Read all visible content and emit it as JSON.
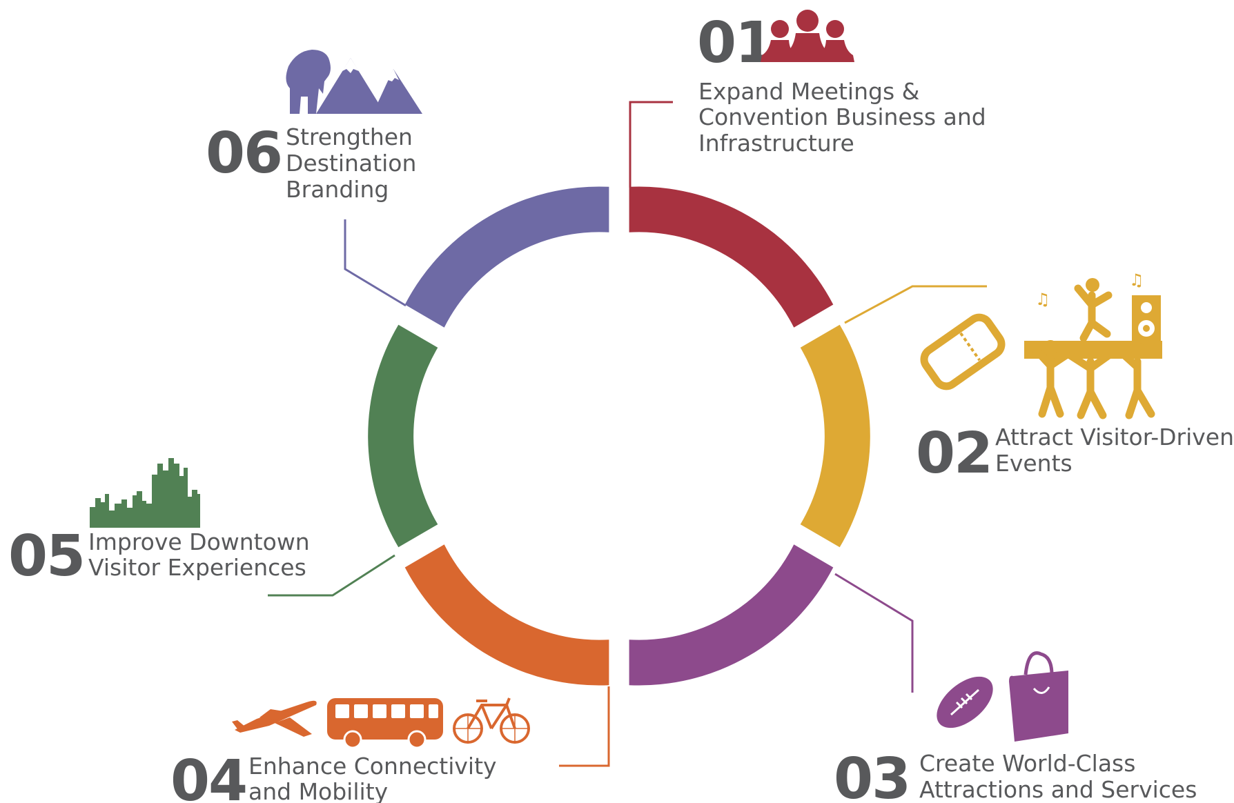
{
  "goals": [
    {
      "number": "01",
      "lines": [
        "Expand Meetings &",
        "Convention Business and",
        "Infrastructure"
      ],
      "color": "#a83240",
      "icon": "people-group-icon"
    },
    {
      "number": "02",
      "lines": [
        "Attract Visitor-Driven",
        "Events"
      ],
      "color": "#dea934",
      "icon": "ticket-concert-icon"
    },
    {
      "number": "03",
      "lines": [
        "Create World-Class",
        "Attractions and Services"
      ],
      "color": "#8d4a8c",
      "icon": "football-shopping-bag-icon"
    },
    {
      "number": "04",
      "lines": [
        "Enhance Connectivity",
        "and Mobility"
      ],
      "color": "#d9672f",
      "icon": "plane-bus-bicycle-icon"
    },
    {
      "number": "05",
      "lines": [
        "Improve Downtown",
        "Visitor Experiences"
      ],
      "color": "#518154",
      "icon": "city-skyline-icon"
    },
    {
      "number": "06",
      "lines": [
        "Strengthen",
        "Destination",
        "Branding"
      ],
      "color": "#6e6aa5",
      "icon": "bear-mountains-icon"
    }
  ]
}
